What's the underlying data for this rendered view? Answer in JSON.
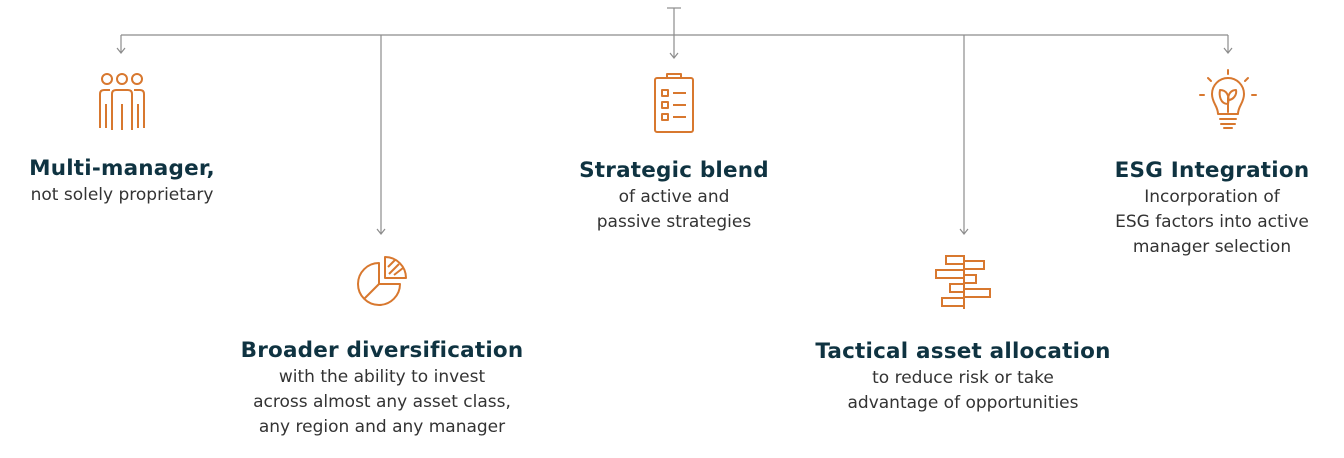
{
  "colors": {
    "accent": "#d8782f",
    "heading": "#0f3341",
    "line": "#8c8c8c",
    "text": "#333333"
  },
  "pillars": [
    {
      "icon": "people-group-icon",
      "title": "Multi-manager,",
      "desc": [
        "not solely proprietary"
      ]
    },
    {
      "icon": "pie-chart-icon",
      "title": "Broader diversification",
      "desc": [
        "with the ability to invest",
        "across almost any asset class,",
        "any region and any manager"
      ]
    },
    {
      "icon": "checklist-clipboard-icon",
      "title": "Strategic blend",
      "desc": [
        "of active and",
        "passive strategies"
      ]
    },
    {
      "icon": "bar-allocation-icon",
      "title": "Tactical asset allocation",
      "desc": [
        "to reduce risk or take",
        "advantage of opportunities"
      ]
    },
    {
      "icon": "lightbulb-leaf-icon",
      "title": "ESG Integration",
      "desc": [
        "Incorporation of",
        "ESG factors into active",
        "manager selection"
      ]
    }
  ]
}
